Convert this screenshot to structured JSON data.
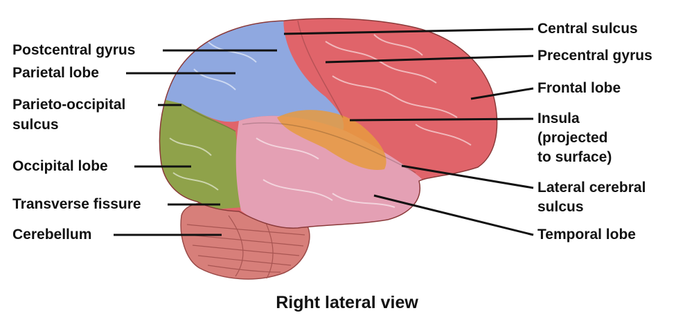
{
  "caption": "Right lateral view",
  "labels_left": {
    "postcentral_gyrus": "Postcentral gyrus",
    "parietal_lobe": "Parietal lobe",
    "parieto_occipital_1": "Parieto-occipital",
    "parieto_occipital_2": "sulcus",
    "occipital_lobe": "Occipital lobe",
    "transverse_fissure": "Transverse fissure",
    "cerebellum": "Cerebellum"
  },
  "labels_right": {
    "central_sulcus": "Central sulcus",
    "precentral_gyrus": "Precentral gyrus",
    "frontal_lobe": "Frontal lobe",
    "insula_1": "Insula",
    "insula_2": "(projected",
    "insula_3": "to surface)",
    "lateral_sulcus_1": "Lateral cerebral",
    "lateral_sulcus_2": "sulcus",
    "temporal_lobe": "Temporal lobe"
  },
  "colors": {
    "frontal": "#e0646a",
    "parietal": "#8fa8e0",
    "occipital": "#8fa24a",
    "temporal": "#e4a0b4",
    "insula": "#e69a40",
    "cerebellum": "#d77f7a"
  }
}
